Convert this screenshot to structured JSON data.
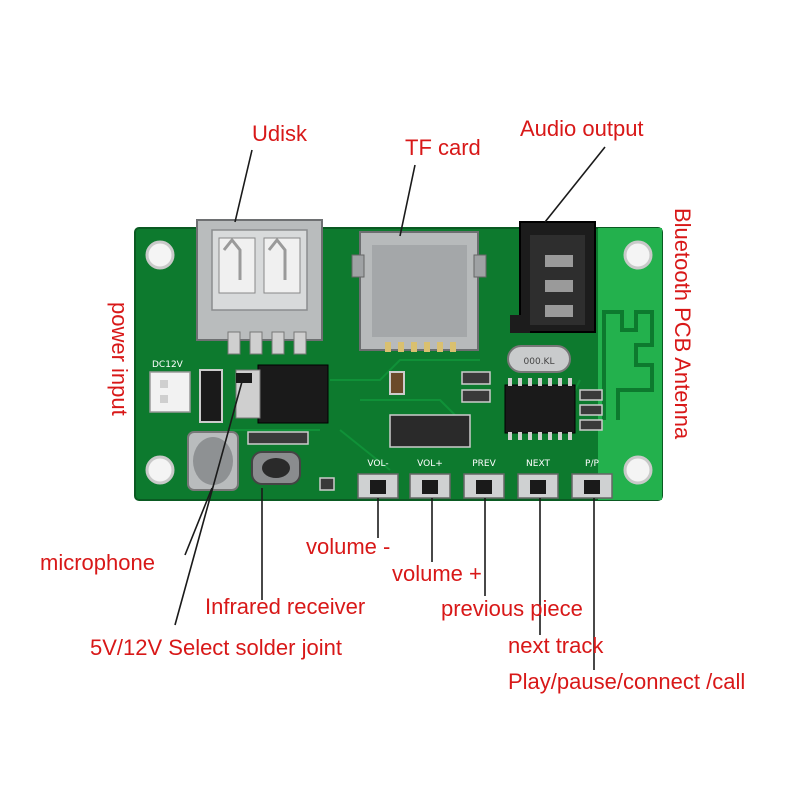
{
  "labels": {
    "udisk": "Udisk",
    "tf_card": "TF card",
    "audio_output": "Audio output",
    "bluetooth_antenna": "Bluetooth PCB Antenna",
    "power_input": "power input",
    "microphone": "microphone",
    "volume_minus": "volume -",
    "volume_plus": "volume +",
    "infrared_receiver": "Infrared receiver",
    "previous_piece": "previous piece",
    "solder_joint": "5V/12V Select solder joint",
    "next_track": "next track",
    "play_pause": "Play/pause/connect /call"
  },
  "silkscreen": {
    "dc12v": "DC12V",
    "vol_minus": "VOL-",
    "vol_plus": "VOL+",
    "prev": "PREV",
    "next": "NEXT",
    "pp": "P/P",
    "crystal": "000.KL"
  },
  "colors": {
    "label_red": "#d81818",
    "pcb_green": "#0d7a2e",
    "antenna_green": "#23b14d"
  }
}
